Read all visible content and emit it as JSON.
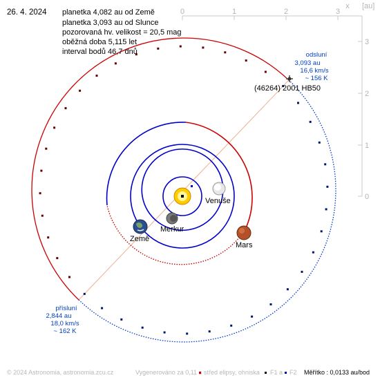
{
  "header": {
    "date": "26. 4. 2024",
    "info": [
      "planetka 4,082 au od Země",
      "planetka 3,093 au od Slunce",
      "pozorovaná hv. velikost = 20,5 mag",
      "oběžná doba 5,115 let",
      "interval bodů 46,7 dnů"
    ]
  },
  "axes": {
    "x_label": "x",
    "unit_label": "[au]",
    "x_ticks": [
      "0",
      "1",
      "2",
      "3"
    ],
    "y_ticks": [
      "3",
      "2",
      "1",
      "0"
    ]
  },
  "asteroid": {
    "name": "(46264) 2001 HB50",
    "aphelion": {
      "title": "odsluní",
      "distance": "3,093 au",
      "speed": "16,6 km/s",
      "temp": "~ 156 K"
    },
    "perihelion": {
      "title": "přísluní",
      "distance": "2,844 au",
      "speed": "18,0 km/s",
      "temp": "~ 162 K"
    }
  },
  "planets": {
    "venus": "Venuše",
    "mercury": "Merkur",
    "earth": "Země",
    "mars": "Mars"
  },
  "footer": {
    "copyright": "© 2024 Astronomia, astronomia.zcu.cz",
    "generated": "Vygenerováno za 0,11 s",
    "legend_center": "střed elipsy, ohniska",
    "legend_f1": "F1 a",
    "legend_f2": "F2",
    "scale": "Měřítko : 0,0133 au/bod"
  },
  "colors": {
    "asteroid_orbit_above": "#cc0000",
    "asteroid_orbit_below": "#0033cc",
    "planet_orbit_above": "#cc0000",
    "planet_orbit_below": "#0000cc",
    "annotation": "#0040c0",
    "axis": "#b0b0b0"
  }
}
